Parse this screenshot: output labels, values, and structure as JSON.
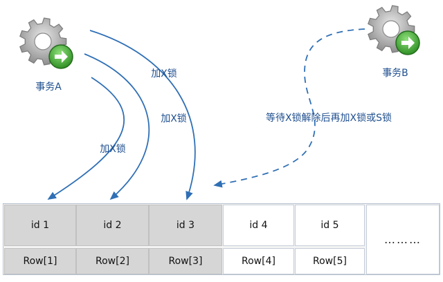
{
  "transaction_a": {
    "label": "事务A"
  },
  "transaction_b": {
    "label": "事务B"
  },
  "arrows": [
    {
      "label": "加X锁"
    },
    {
      "label": "加X锁"
    },
    {
      "label": "加X锁"
    }
  ],
  "wait_note": "等待X锁解除后再加X锁或S锁",
  "rows": [
    {
      "id": "id 1",
      "row": "Row[1]",
      "locked": true
    },
    {
      "id": "id 2",
      "row": "Row[2]",
      "locked": true
    },
    {
      "id": "id 3",
      "row": "Row[3]",
      "locked": true
    },
    {
      "id": "id 4",
      "row": "Row[4]",
      "locked": false
    },
    {
      "id": "id 5",
      "row": "Row[5]",
      "locked": false
    }
  ],
  "ellipsis": "………",
  "colors": {
    "arrow": "#2f6fb5",
    "locked_cell": "#d6d6d6",
    "open_cell": "#ffffff",
    "gear": "#b7b7b7",
    "badge": "#3fa535"
  }
}
